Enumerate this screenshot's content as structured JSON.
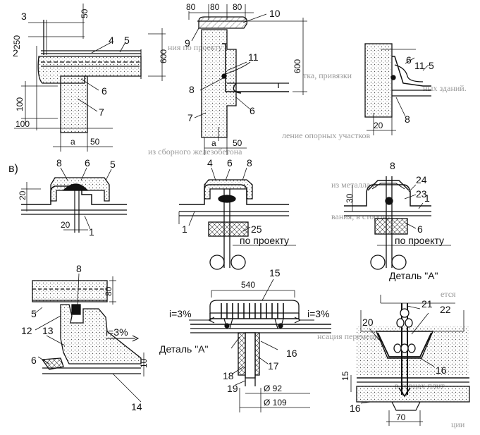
{
  "panel_label": "в)",
  "dimensions": {
    "d50": "50",
    "d250": "250",
    "d600": "600",
    "d100": "100",
    "d80": "80",
    "d20": "20",
    "d30": "30",
    "d10": "10",
    "d15": "15",
    "d70": "70",
    "d540": "540",
    "a": "a",
    "dia92": "Ø 92",
    "dia109": "Ø 109"
  },
  "annotations": {
    "slope": "i=3%",
    "detail_a_ref": "Деталь \"А\"",
    "per_design": "по проекту",
    "detail_a_title": "Деталь \"А\""
  },
  "callouts": [
    "1",
    "2",
    "3",
    "4",
    "5",
    "6",
    "7",
    "8",
    "9",
    "10",
    "11",
    "12",
    "13",
    "14",
    "15",
    "16",
    "17",
    "18",
    "19",
    "20",
    "21",
    "22",
    "23",
    "24",
    "25"
  ],
  "background_text": [
    "ния по проекту",
    "тка, привязки",
    "ных зданий.",
    "ление опорных участков",
    "из сборного железобетона",
    "из металла и",
    "вания, в сторону",
    "нсация перемещений",
    "в торцах плит",
    "ции",
    "ется"
  ]
}
